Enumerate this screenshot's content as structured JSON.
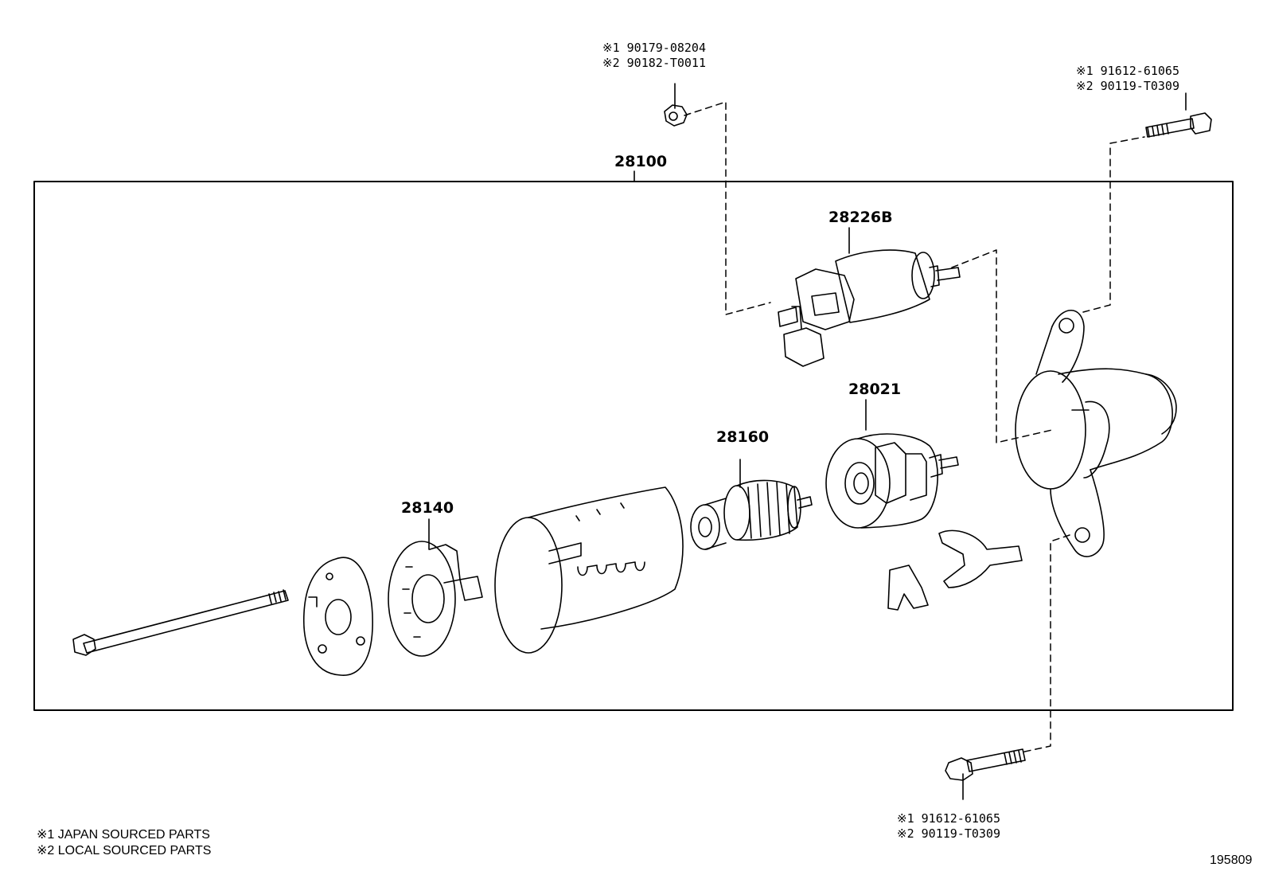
{
  "assembly": {
    "number": "28100"
  },
  "parts": {
    "solenoid": "28226B",
    "drive_lever_set": "28021",
    "armature": "28160",
    "brush_holder": "28140"
  },
  "callouts": {
    "nut_top": {
      "line1": "※1  90179-08204",
      "line2": "※2  90182-T0011"
    },
    "bolt_upper_right": {
      "line1": "※1  91612-61065",
      "line2": "※2  90119-T0309"
    },
    "bolt_lower": {
      "line1": "※1  91612-61065",
      "line2": "※2  90119-T0309"
    }
  },
  "legend": {
    "line1": "※1  JAPAN SOURCED PARTS",
    "line2": "※2  LOCAL SOURCED PARTS"
  },
  "figure_number": "195809"
}
